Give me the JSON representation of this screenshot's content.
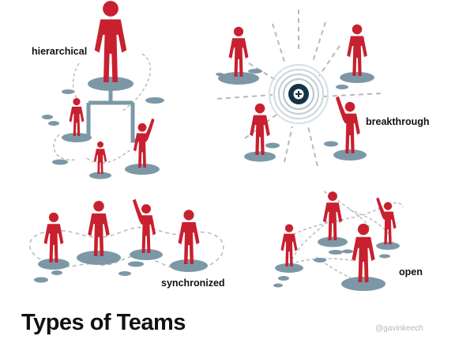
{
  "title": "Types of Teams",
  "credit": "@gavinkeech",
  "panels": {
    "hierarchical": {
      "label": "hierarchical"
    },
    "breakthrough": {
      "label": "breakthrough"
    },
    "synchronized": {
      "label": "synchronized"
    },
    "open": {
      "label": "open"
    }
  },
  "colors": {
    "figure": "#c8202f",
    "platform": "#7c98a6",
    "dash": "#b8b8b8",
    "connector": "#7c98a6",
    "hub": "#123447"
  },
  "icons": {
    "hub": "plus-circle-icon",
    "person": "person-icon"
  }
}
